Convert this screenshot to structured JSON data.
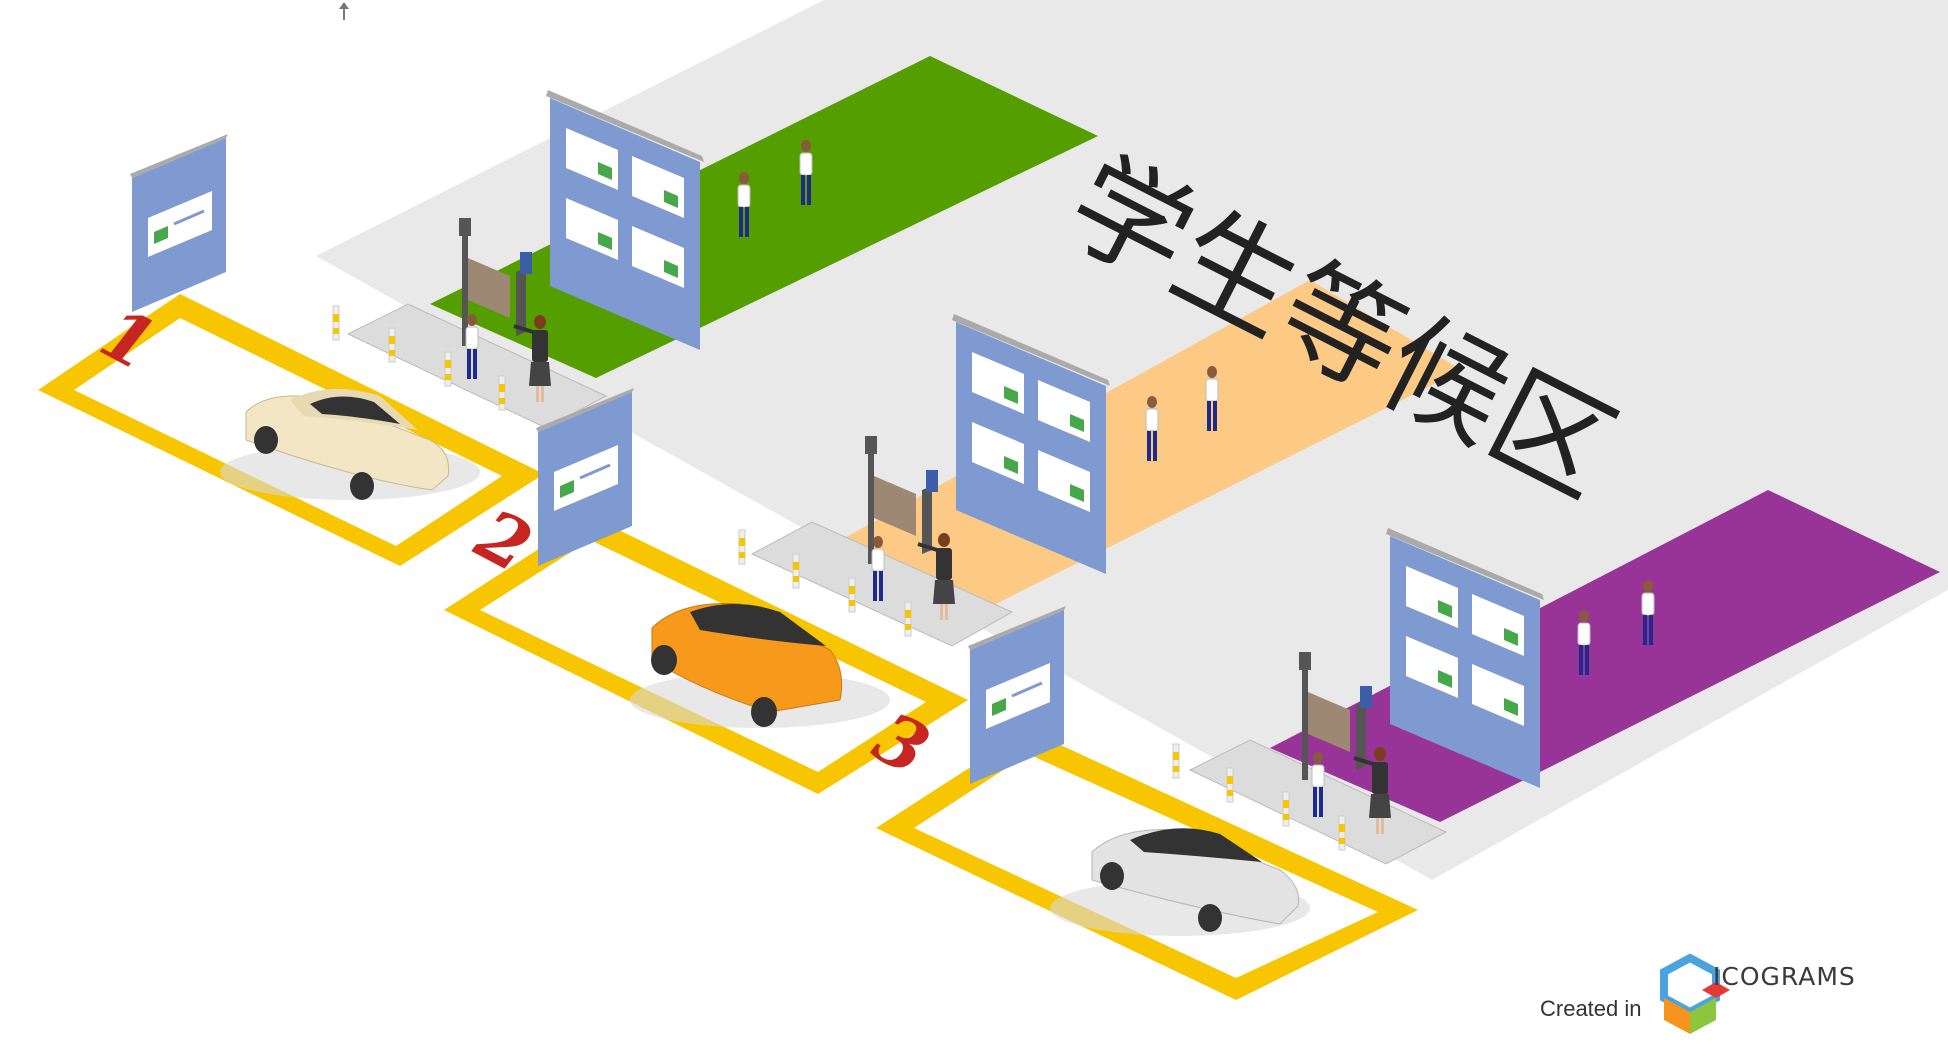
{
  "title": "学生等候区",
  "zones": [
    {
      "number": "1",
      "car": "beige sedan"
    },
    {
      "number": "2",
      "car": "orange hatchback"
    },
    {
      "number": "3",
      "car": "silver sedan"
    }
  ],
  "colors": {
    "floor": "#e9e9e9",
    "zone_green": "#559e00",
    "zone_orange": "#fdca86",
    "zone_purple": "#983397",
    "lot_border": "#f7c600",
    "number": "#c62622",
    "board": "#7f9ad1"
  },
  "footer": {
    "created_in": "Created in",
    "brand": "ICOGRAMS"
  }
}
